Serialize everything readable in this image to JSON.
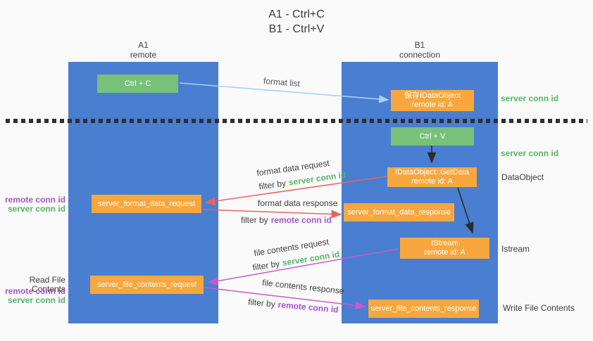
{
  "title": {
    "line1": "A1 - Ctrl+C",
    "line2": "B1 - Ctrl+V"
  },
  "columns": {
    "left": {
      "name": "A1",
      "subtitle": "remote"
    },
    "right": {
      "name": "B1",
      "subtitle": "connection"
    }
  },
  "nodes": {
    "ctrl_c": "Ctrl + C",
    "ctrl_v": "Ctrl + V",
    "save_dataobject": {
      "line1": "保存IDataObject",
      "line2": "remote id: A"
    },
    "getdata": {
      "line1": "IDataObject::GetData",
      "line2": "remote id: A"
    },
    "istream": {
      "line1": "IStream",
      "line2": "remote id: A"
    },
    "format_request": "server_format_data_request",
    "format_response": "server_format_data_response",
    "file_request": "server_file_contents_request",
    "file_response": "server_file_contents_response"
  },
  "arrow_labels": {
    "format_list": "format list",
    "format_data_request": "format data request",
    "format_data_response": "format data response",
    "file_contents_request": "file contents request",
    "file_contents_response": "file contents response",
    "filter_by": "filter by",
    "server_conn_id": "server conn id",
    "remote_conn_id": "remote conn id"
  },
  "side_labels": {
    "server_conn_id_top": "server conn id",
    "server_conn_id_mid": "server conn id",
    "dataobject": "DataObject",
    "istream": "Istream",
    "write_file_contents": "Write File Contents",
    "read_file_contents": "Read File Contents",
    "remote_conn_id_1": "remote conn id",
    "server_conn_id_1": "server conn id",
    "remote_conn_id_2": "remote conn id",
    "server_conn_id_2": "server conn id"
  },
  "colors": {
    "lifeline_blue": "#4a7ed0",
    "node_green": "#77c17b",
    "node_orange": "#f7a73e",
    "accent_green_text": "#55b468",
    "accent_purple_text": "#a852cc",
    "arrow_red": "#e8645f",
    "arrow_purple": "#c55bc9",
    "arrow_light_blue": "#a5d3f0",
    "arrow_black": "#2b2b2b"
  }
}
